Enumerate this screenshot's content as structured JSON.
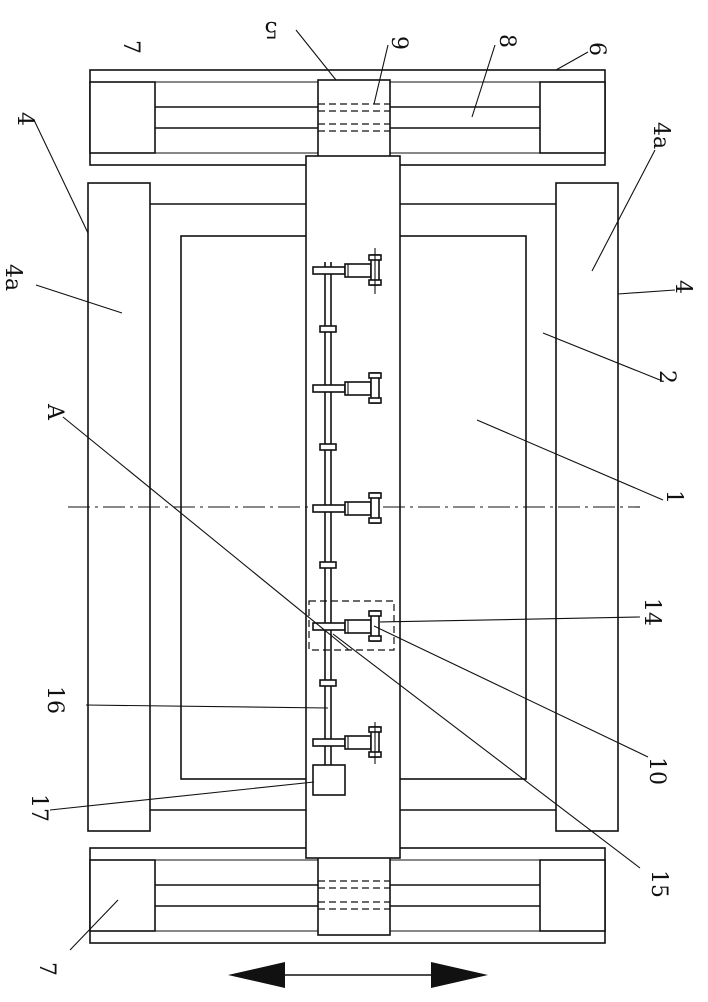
{
  "labels": {
    "l5": "5",
    "l9": "9",
    "l8": "8",
    "l6": "6",
    "l7_top": "7",
    "l4_left": "4",
    "l4a_right": "4a",
    "l4a_left": "4a",
    "l4_right": "4",
    "l2": "2",
    "lA": "A",
    "l1": "1",
    "l14": "14",
    "l16": "16",
    "l10": "10",
    "l17": "17",
    "l15": "15",
    "l7_bottom": "7"
  }
}
